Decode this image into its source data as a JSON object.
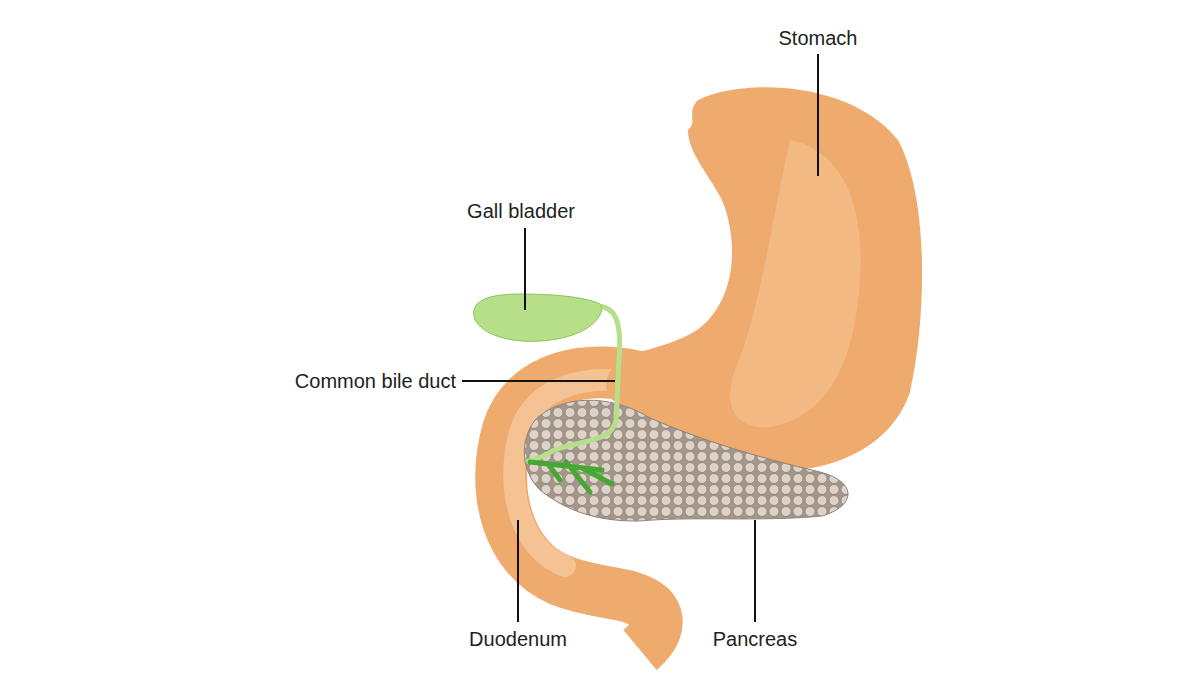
{
  "diagram": {
    "labels": [
      "Stomach",
      "Gall bladder",
      "Common bile duct",
      "Duodenum",
      "Pancreas"
    ]
  }
}
